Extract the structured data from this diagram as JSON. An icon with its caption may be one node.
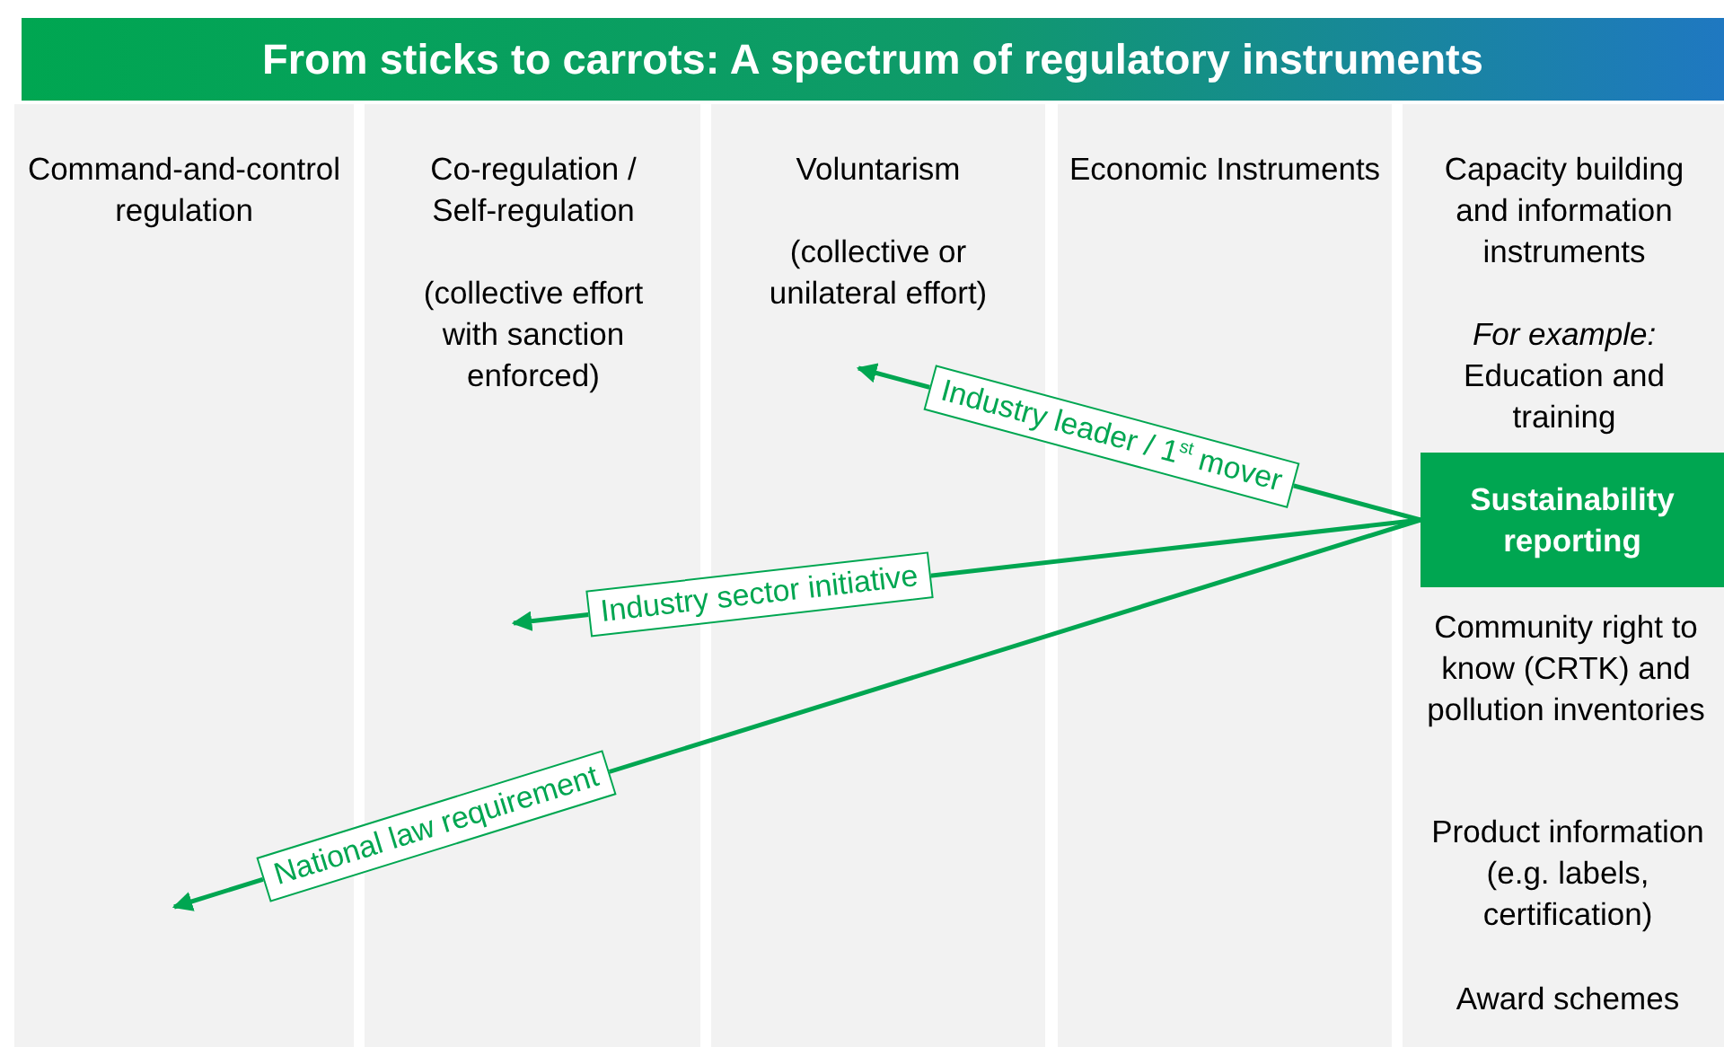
{
  "diagram": {
    "title": "From sticks to carrots: A spectrum of regulatory instruments",
    "nodes": [
      {
        "text": [
          "Command-and-control regulation"
        ]
      },
      {
        "text": [
          "Co-regulation / Self-regulation",
          "(collective effort with sanction enforced)"
        ]
      },
      {
        "text": [
          "Voluntarism",
          "(collective or unilateral effort)"
        ]
      },
      {
        "text": [
          "Economic Instruments"
        ]
      },
      {
        "text": [
          "Capacity building and information instruments",
          "*For example:* Education and training"
        ]
      },
      {
        "text": [
          "Sustainability reporting"
        ]
      }
    ],
    "edges": [
      {
        "from": 5,
        "to": 2,
        "arrow": "to",
        "label": "Industry leader / 1$^{st}$ mover"
      },
      {
        "from": 5,
        "to": null,
        "arrow": "to",
        "label": "Industry sector initiative"
      },
      {
        "from": 5,
        "to": null,
        "arrow": "to",
        "label": "National law requirement"
      }
    ],
    "labels": [
      "Community right to know (CRTK) and pollution inventories",
      "Product information (e.g. labels, certification)",
      "Award schemes"
    ]
  }
}
